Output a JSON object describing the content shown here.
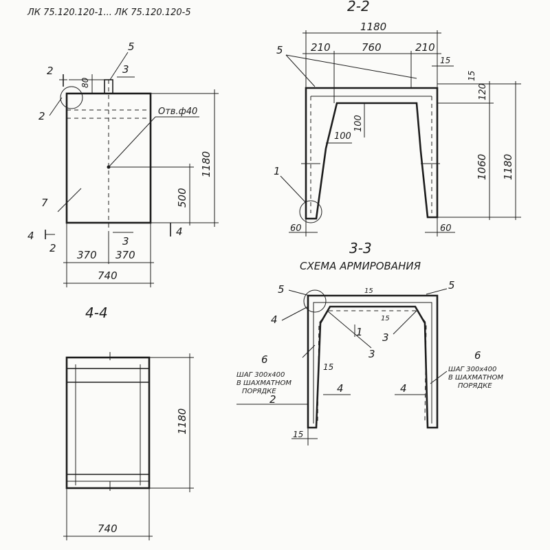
{
  "header": {
    "title": "ЛК 75.120.120-1... ЛК 75.120.120-5"
  },
  "sections": {
    "s22": "2-2",
    "s33": "3-3",
    "s44": "4-4",
    "scheme_title": "СХЕМА АРМИРОВАНИЯ"
  },
  "front_view": {
    "width": "740",
    "half_left": "370",
    "half_right": "370",
    "height": "1180",
    "hole_offset": "500",
    "top_offset": "80",
    "hole_label": "Отв.ф40",
    "marks": {
      "m2": "2",
      "m5": "5",
      "m7": "7",
      "m3a": "3",
      "m3b": "3",
      "m4a": "4",
      "m4b": "4",
      "m2b": "2",
      "m2c": "2"
    }
  },
  "view22": {
    "total": "1180",
    "left": "210",
    "mid": "760",
    "right": "210",
    "d15a": "15",
    "d15b": "15",
    "top_h": "120",
    "inner_h": "1060",
    "outer_h": "1180",
    "d100a": "100",
    "d100b": "100",
    "leg_left": "60",
    "leg_right": "60",
    "mark1": "1",
    "mark5": "5"
  },
  "view33": {
    "mark5a": "5",
    "mark5b": "5",
    "mark4": "4",
    "mark1": "1",
    "mark3a": "3",
    "mark3b": "3",
    "mark6a": "6",
    "mark6b": "6",
    "mark2": "2",
    "mark4a": "4",
    "mark4b": "4",
    "d15top": "15",
    "d15side": "15",
    "d15inner": "15",
    "d15bottom": "15",
    "note_left": [
      "ШАГ 300х400",
      "В ШАХМАТНОМ",
      "ПОРЯДКЕ"
    ],
    "note_right": [
      "ШАГ 300х400",
      "В ШАХМАТНОМ",
      "ПОРЯДКЕ"
    ]
  },
  "view44": {
    "width": "740",
    "height": "1180"
  }
}
